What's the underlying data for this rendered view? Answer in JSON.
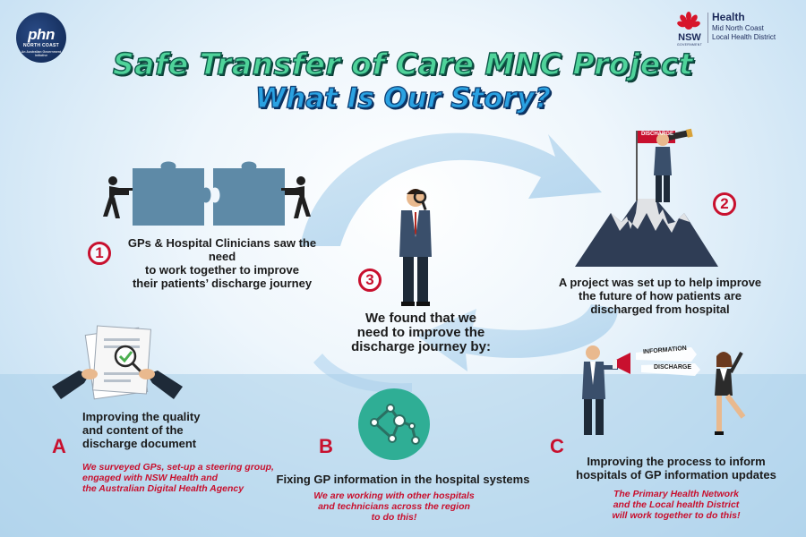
{
  "logos": {
    "phn_main": "phn",
    "phn_sub": "NORTH COAST",
    "phn_tagline": "An Australian Government Initiative",
    "nsw_short": "NSW",
    "nsw_gov": "GOVERNMENT",
    "health": "Health",
    "district_line1": "Mid North Coast",
    "district_line2": "Local Health District"
  },
  "title": {
    "line1": "Safe Transfer of Care MNC Project",
    "line2": "What Is Our Story?"
  },
  "steps": {
    "step1": {
      "number": "1",
      "line1": "GPs & Hospital Clinicians saw the need",
      "line2": "to work together to improve",
      "line3": "their patients’ discharge journey"
    },
    "step2": {
      "number": "2",
      "flag": "DISCHARGE",
      "line1": "A project was set up to help improve",
      "line2": "the future of how patients are",
      "line3": "discharged from hospital"
    },
    "step3": {
      "number": "3",
      "line1": "We found that we",
      "line2": "need to improve the",
      "line3": "discharge journey by:"
    }
  },
  "items": {
    "a": {
      "letter": "A",
      "line1": "Improving the quality",
      "line2": "and content of the",
      "line3": "discharge document",
      "note1": "We surveyed GPs, set-up a steering group,",
      "note2": "engaged with NSW Health and",
      "note3": "the Australian Digital Health Agency"
    },
    "b": {
      "letter": "B",
      "line1": "Fixing GP information in the hospital systems",
      "note1": "We are working with other hospitals",
      "note2": "and technicians across the region",
      "note3": "to do this!"
    },
    "c": {
      "letter": "C",
      "megaphone1": "INFORMATION",
      "megaphone2": "DISCHARGE",
      "line1": "Improving the process to inform",
      "line2": "hospitals of GP information updates",
      "note1": "The Primary Health Network",
      "note2": "and the Local health District",
      "note3": "will work together to do this!"
    }
  },
  "colors": {
    "accent_red": "#c8102e",
    "title_green": "#4fd39a",
    "title_blue": "#2aa2e2",
    "navy": "#1c2a5a",
    "teal_circle": "#2fae95"
  }
}
